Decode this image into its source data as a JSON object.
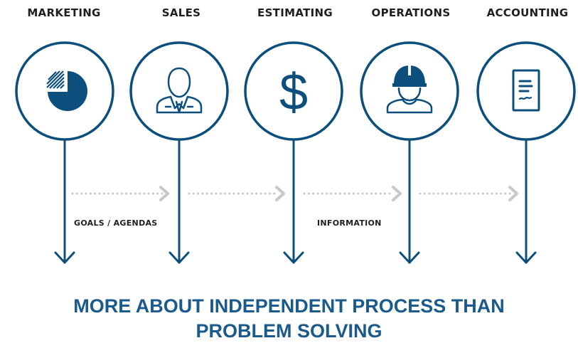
{
  "departments": [
    {
      "label": "MARKETING",
      "icon": "pie-chart-icon"
    },
    {
      "label": "SALES",
      "icon": "salesperson-icon"
    },
    {
      "label": "ESTIMATING",
      "icon": "dollar-sign-icon"
    },
    {
      "label": "OPERATIONS",
      "icon": "hard-hat-worker-icon"
    },
    {
      "label": "ACCOUNTING",
      "icon": "document-icon"
    }
  ],
  "flow_labels": {
    "goals": "GOALS / AGENDAS",
    "information": "INFORMATION"
  },
  "dollar_symbol": "$",
  "headline": {
    "line1": "MORE ABOUT INDEPENDENT PROCESS THAN",
    "line2": "PROBLEM SOLVING"
  },
  "colors": {
    "primary": "#0d4f7c",
    "headline": "#1a5a8c",
    "arrow_gray": "#c8c8c8",
    "label_text": "#1f1f1f"
  }
}
